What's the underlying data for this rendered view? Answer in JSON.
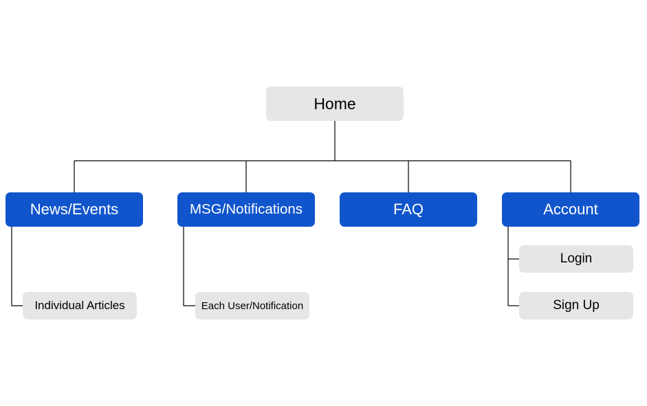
{
  "diagram": {
    "root": {
      "label": "Home"
    },
    "sections": [
      {
        "id": "news",
        "label": "News/Events",
        "children": [
          {
            "label": "Individual Articles"
          }
        ]
      },
      {
        "id": "msg",
        "label": "MSG/Notifications",
        "children": [
          {
            "label": "Each User/Notification"
          }
        ]
      },
      {
        "id": "faq",
        "label": "FAQ",
        "children": []
      },
      {
        "id": "account",
        "label": "Account",
        "children": [
          {
            "label": "Login"
          },
          {
            "label": "Sign Up"
          }
        ]
      }
    ],
    "colors": {
      "primary_node": "#1155cc",
      "secondary_node": "#e6e6e6",
      "connector": "#000000"
    }
  }
}
